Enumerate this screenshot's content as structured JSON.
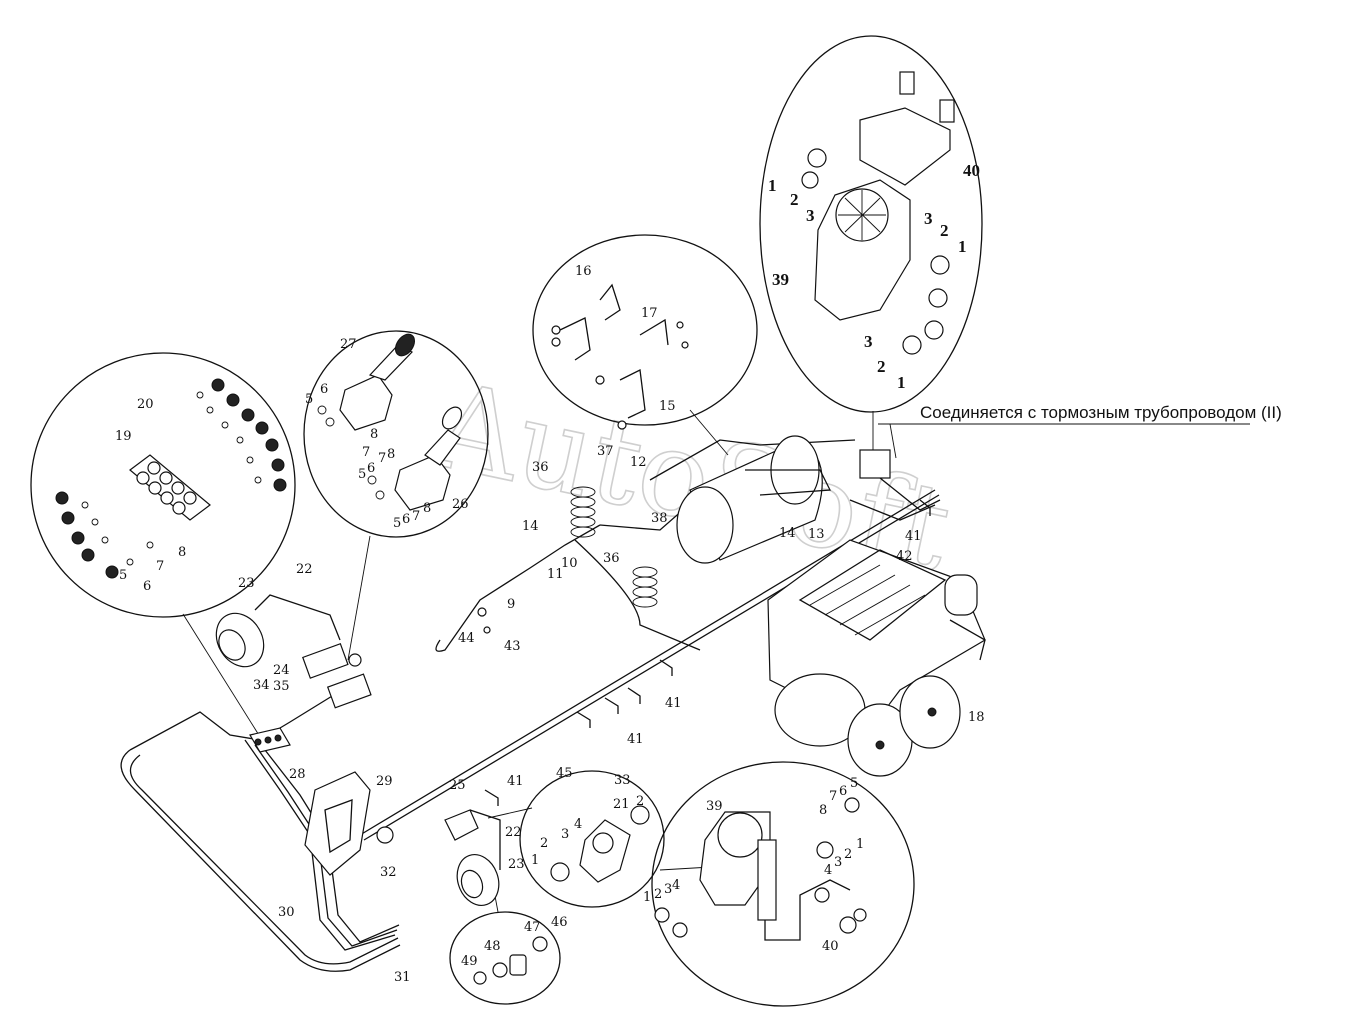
{
  "watermark": "AutoSoft",
  "connection_note": "Соединяется с тормозным трубопроводом (II)",
  "callouts": {
    "n1": "1",
    "n2": "2",
    "n3": "3",
    "n4": "4",
    "n5": "5",
    "n6": "6",
    "n7": "7",
    "n8": "8",
    "n9": "9",
    "n10": "10",
    "n11": "11",
    "n12": "12",
    "n13": "13",
    "n14": "14",
    "n15": "15",
    "n16": "16",
    "n17": "17",
    "n18": "18",
    "n19": "19",
    "n20": "20",
    "n21": "21",
    "n22": "22",
    "n23": "23",
    "n24": "24",
    "n25": "25",
    "n26": "26",
    "n27": "27",
    "n28": "28",
    "n29": "29",
    "n30": "30",
    "n31": "31",
    "n32": "32",
    "n33": "33",
    "n34": "34",
    "n35": "35",
    "n36": "36",
    "n37": "37",
    "n38": "38",
    "n39": "39",
    "n40": "40",
    "n41": "41",
    "n42": "42",
    "n43": "43",
    "n44": "44",
    "n45": "45",
    "n46": "46",
    "n47": "47",
    "n48": "48",
    "n49": "49"
  }
}
